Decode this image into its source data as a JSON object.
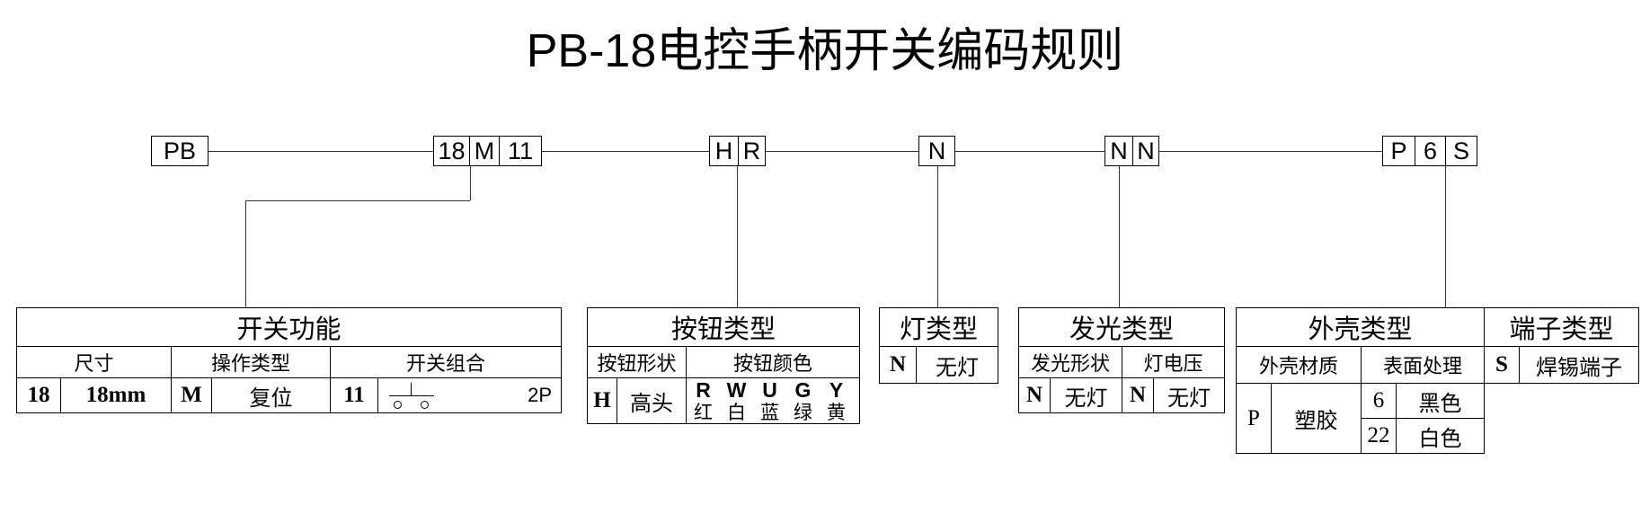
{
  "title": "PB-18电控手柄开关编码规则",
  "code_string": {
    "segments": [
      {
        "name": "prefix",
        "parts": [
          "PB"
        ]
      },
      {
        "name": "switch-function",
        "parts": [
          "18",
          "M",
          "11"
        ]
      },
      {
        "name": "button-type",
        "parts": [
          "H",
          "R"
        ]
      },
      {
        "name": "lamp-type",
        "parts": [
          "N"
        ]
      },
      {
        "name": "luminous-type",
        "parts": [
          "N",
          "N"
        ]
      },
      {
        "name": "housing-terminal",
        "parts": [
          "P",
          "6",
          "S"
        ]
      }
    ]
  },
  "tables": {
    "switch_function": {
      "title": "开关功能",
      "columns": [
        "尺寸",
        "操作类型",
        "开关组合"
      ],
      "values": {
        "size_code": "18",
        "size_desc": "18mm",
        "operation_code": "M",
        "operation_desc": "复位",
        "combination_code": "11",
        "combination_symbol": "switch-contact-symbol",
        "combination_desc": "2P"
      }
    },
    "button_type": {
      "title": "按钮类型",
      "columns": [
        "按钮形状",
        "按钮颜色"
      ],
      "shape_code": "H",
      "shape_desc": "高头",
      "colors": [
        {
          "code": "R",
          "name": "红"
        },
        {
          "code": "W",
          "name": "白"
        },
        {
          "code": "U",
          "name": "蓝"
        },
        {
          "code": "G",
          "name": "绿"
        },
        {
          "code": "Y",
          "name": "黄"
        }
      ]
    },
    "lamp_type": {
      "title": "灯类型",
      "code": "N",
      "desc": "无灯"
    },
    "luminous_type": {
      "title": "发光类型",
      "columns": [
        "发光形状",
        "灯电压"
      ],
      "shape_code": "N",
      "shape_desc": "无灯",
      "voltage_code": "N",
      "voltage_desc": "无灯"
    },
    "housing_type": {
      "title": "外壳类型",
      "columns": [
        "外壳材质",
        "表面处理"
      ],
      "material_code": "P",
      "material_desc": "塑胶",
      "finish": [
        {
          "code": "6",
          "name": "黑色"
        },
        {
          "code": "22",
          "name": "白色"
        }
      ]
    },
    "terminal_type": {
      "title": "端子类型",
      "code": "S",
      "desc": "焊锡端子"
    }
  },
  "colors": {
    "line": "#333333",
    "border": "#000000",
    "background": "#ffffff",
    "text": "#000000"
  }
}
